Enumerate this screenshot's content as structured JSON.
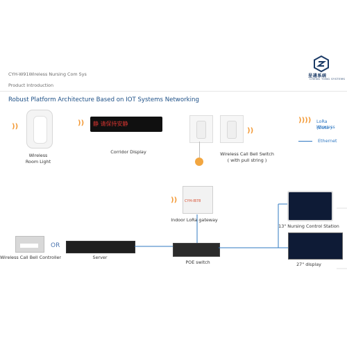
{
  "header": {
    "title": "CYH-W91Wireless Nursing Com Sys",
    "subtitle": "Product  Introduction",
    "section_title": "Robust Platform Architecture Based on IOT Systems Networking"
  },
  "logo": {
    "text": "呈通系统",
    "sub": "CHENG TONG SYSTEMS"
  },
  "legend": {
    "lora_line1": "LoRa Wireless",
    "lora_line2": "(Data )",
    "ethernet": "Ethernet"
  },
  "labels": {
    "room_light_1": "Wireless",
    "room_light_2": "Room Light",
    "corridor_display": "Corridor Display",
    "call_bell_switch_1": "Wireless Call Bell Switch",
    "call_bell_switch_2": "( with pull string )",
    "gateway": "Indoor LoRa gateway",
    "controller": "Wireless Call Bell Controller",
    "or": "OR",
    "server": "Server",
    "poe_switch": "POE switch",
    "nursing_station": "13\" Nursing  Control Station",
    "display_27": "27\"  display"
  },
  "devices": {
    "corridor_display_text": "静 请保持安静",
    "gateway_brand": "CYH-IB78"
  },
  "colors": {
    "wireless": "#f39a37",
    "ethernet": "#2f78c2",
    "title_blue": "#1c4f86"
  }
}
